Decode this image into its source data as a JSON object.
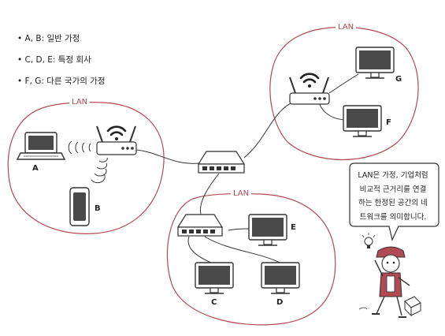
{
  "legend": [
    "• A, B: 일반 가정",
    "• C, D, E: 특정 회사",
    "• F, G: 다른 국가의 가정"
  ],
  "lan_label": "LAN",
  "devices": {
    "a": "A",
    "b": "B",
    "c": "C",
    "d": "D",
    "e": "E",
    "f": "F",
    "g": "G"
  },
  "bubble_lines": [
    "LAN은 가정, 기업처럼",
    "비교적 근거리를 연결",
    "하는 한정된 공간의 네",
    "트워크를 의미합니다."
  ],
  "colors": {
    "lan_boundary": "#b24a55",
    "character_hat": "#b24a55",
    "stroke": "#333333"
  }
}
